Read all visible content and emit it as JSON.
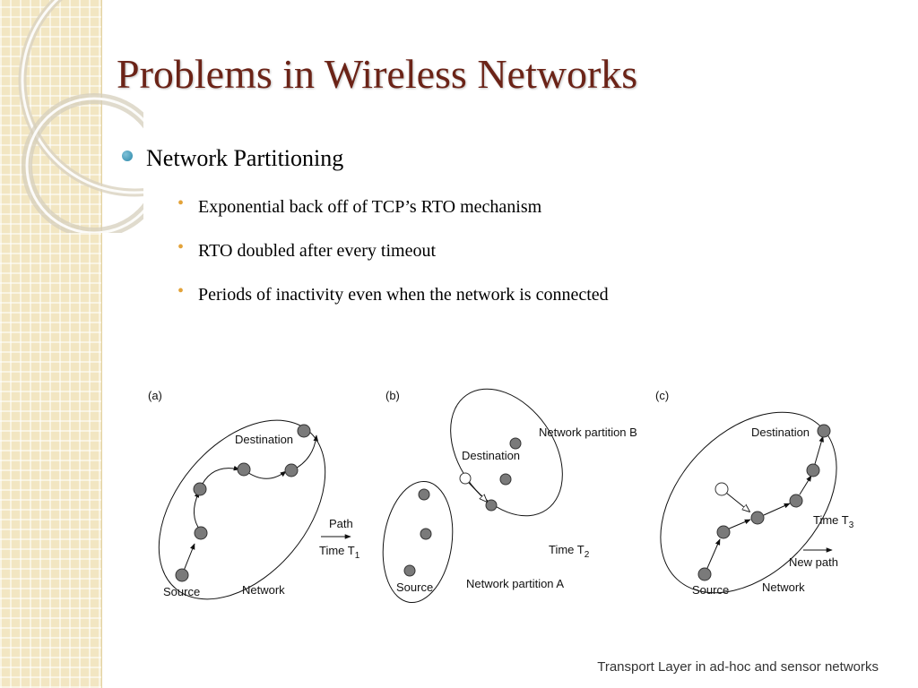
{
  "slide": {
    "title": "Problems in Wireless Networks",
    "bullet": "Network Partitioning",
    "sub_bullets": [
      "Exponential back off of TCP’s RTO mechanism",
      "RTO doubled after every timeout",
      "Periods of inactivity even when the network is connected"
    ],
    "footer": "Transport Layer in ad-hoc and sensor networks"
  },
  "diagram": {
    "panel_a": {
      "label": "(a)",
      "destination": "Destination",
      "source": "Source",
      "network": "Network",
      "path_label": "Path",
      "time_label": "Time T",
      "time_sub": "1"
    },
    "panel_b": {
      "label": "(b)",
      "destination": "Destination",
      "source": "Source",
      "partition_b": "Network partition B",
      "partition_a": "Network partition A",
      "time_label": "Time T",
      "time_sub": "2"
    },
    "panel_c": {
      "label": "(c)",
      "destination": "Destination",
      "source": "Source",
      "network": "Network",
      "new_path": "New path",
      "time_label": "Time T",
      "time_sub": "3"
    }
  },
  "colors": {
    "title": "#6b2317",
    "node_fill": "#7a7a7a",
    "accent_bullet": "#2a87a8",
    "sub_bullet": "#e3a33a"
  }
}
